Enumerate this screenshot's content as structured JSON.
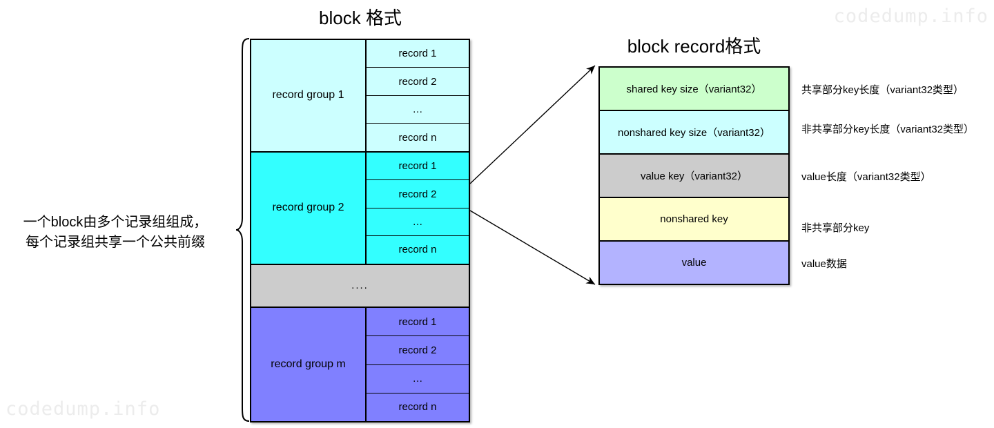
{
  "watermark": {
    "text": "codedump.info"
  },
  "block_diagram": {
    "title": "block 格式",
    "caption": "一个block由多个记录组组成，\n每个记录组共享一个公共前缀",
    "brace_icon": "left-curly-brace-icon",
    "groups": [
      {
        "label": "record group 1",
        "color": "#ccffff",
        "records": [
          "record 1",
          "record 2",
          "…",
          "record n"
        ]
      },
      {
        "label": "record group 2",
        "color": "#33ffff",
        "records": [
          "record 1",
          "record 2",
          "…",
          "record n"
        ]
      },
      {
        "label": "....",
        "color": "#cccccc",
        "records": []
      },
      {
        "label": "record group m",
        "color": "#8080ff",
        "records": [
          "record 1",
          "record 2",
          "…",
          "record n"
        ]
      }
    ]
  },
  "record_format": {
    "title": "block record格式",
    "fields": [
      {
        "label": "shared key size（variant32）",
        "color": "#ccffcc",
        "annotation": "共享部分key长度（variant32类型）"
      },
      {
        "label": "nonshared key size（variant32）",
        "color": "#ccffff",
        "annotation": "非共享部分key长度（variant32类型）"
      },
      {
        "label": "value key（variant32）",
        "color": "#cccccc",
        "annotation": "value长度（variant32类型）"
      },
      {
        "label": "nonshared key",
        "color": "#ffffcc",
        "annotation": "非共享部分key"
      },
      {
        "label": "value",
        "color": "#b3b3ff",
        "annotation": "value数据"
      }
    ]
  },
  "connectors": {
    "arrow_top_name": "arrow-to-record-top",
    "arrow_bottom_name": "arrow-to-record-bottom"
  }
}
